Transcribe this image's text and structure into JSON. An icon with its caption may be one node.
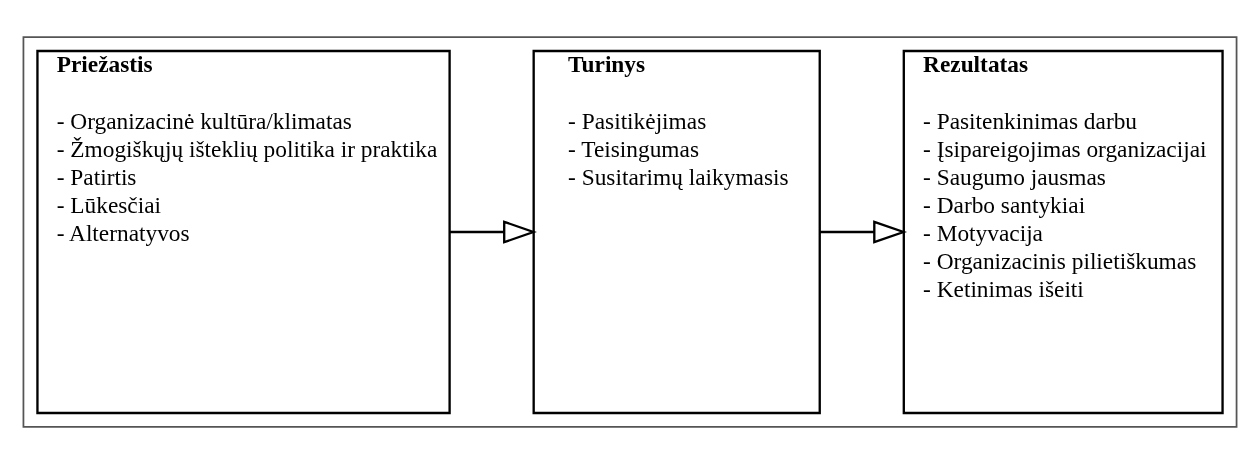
{
  "diagram": {
    "nodes": [
      {
        "text": [],
        "shape": "box"
      },
      {
        "text": [
          "Priežastis",
          "- Organizacinė kultūra/klimatas",
          "- Žmogiškųjų išteklių politika ir praktika",
          "- Patirtis",
          "- Lūkesčiai",
          "- Alternatyvos"
        ],
        "in": 0
      },
      {
        "text": [
          "Turinys",
          "- Pasitikėjimas",
          "- Teisingumas",
          "- Susitarimų laikymasis"
        ],
        "in": 0
      },
      {
        "text": [
          "Rezultatas",
          "- Pasitenkinimas darbu",
          "- Įsipareigojimas organizacijai",
          "- Saugumo jausmas",
          "- Darbo santykiai",
          "- Motyvacija",
          "- Organizacinis pilietiškumas",
          "- Ketinimas išeiti"
        ],
        "in": 0
      }
    ],
    "edges": [
      {
        "from": 1,
        "to": 2,
        "arrow": "to"
      },
      {
        "from": 2,
        "to": 3,
        "arrow": "to"
      }
    ]
  }
}
